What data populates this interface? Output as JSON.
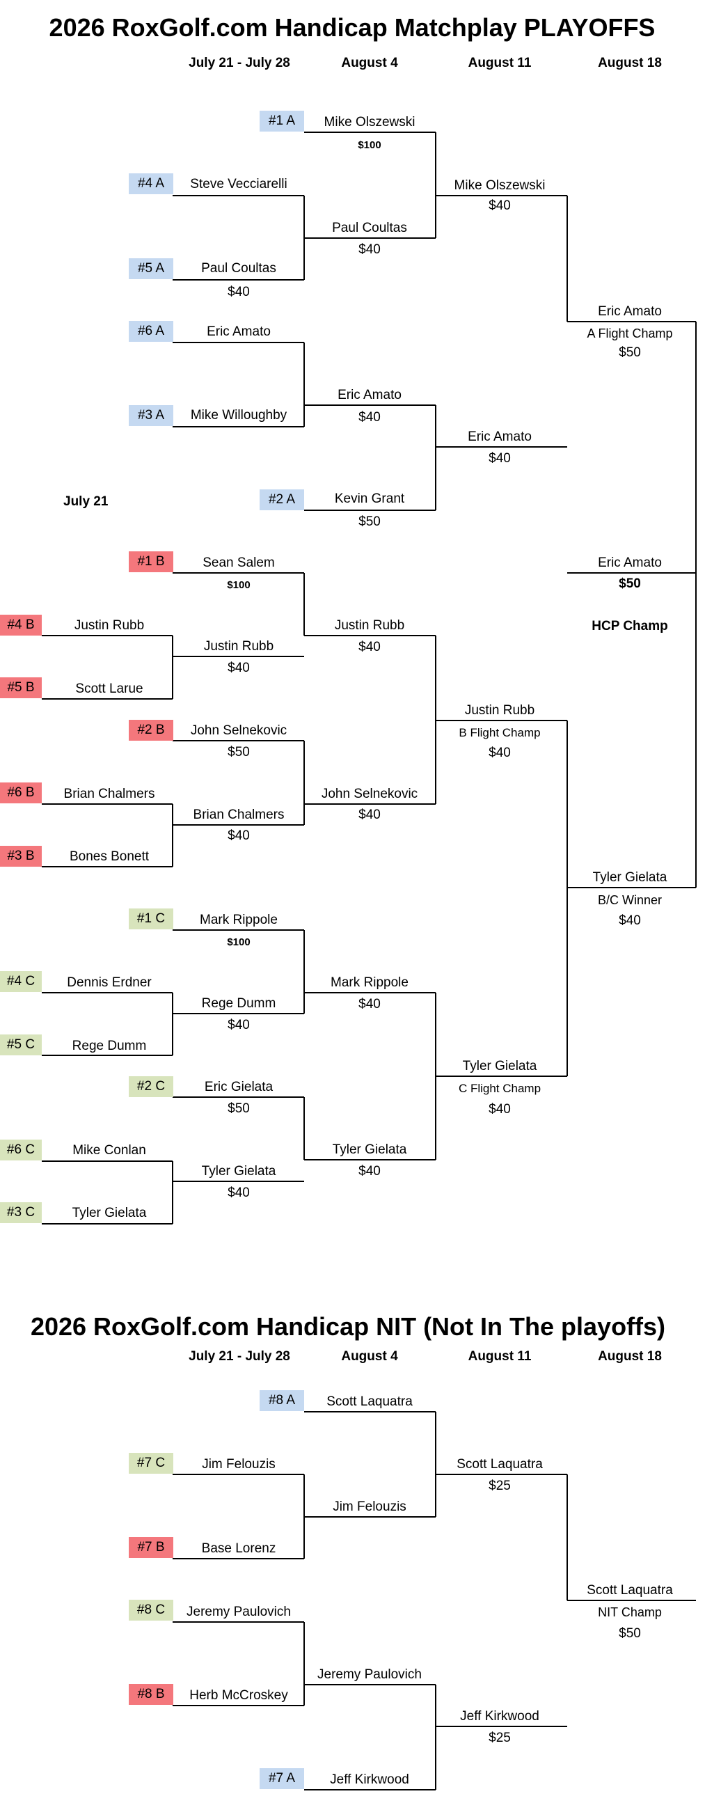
{
  "playoffs": {
    "title": "2026 RoxGolf.com Handicap Matchplay PLAYOFFS",
    "dates": [
      "July 21 - July 28",
      "August 4",
      "August 11",
      "August 18"
    ],
    "side_date": "July 21",
    "seeds": [
      "#1 A",
      "#4 A",
      "#5 A",
      "#6 A",
      "#3 A",
      "#2 A",
      "#1 B",
      "#4 B",
      "#5 B",
      "#2 B",
      "#6 B",
      "#3 B",
      "#1 C",
      "#4 C",
      "#5 C",
      "#2 C",
      "#6 C",
      "#3 C"
    ],
    "names": [
      "Mike Olszewski",
      "Steve Vecciarelli",
      "Paul Coultas",
      "Eric Amato",
      "Mike Willoughby",
      "Kevin Grant",
      "Sean Salem",
      "Justin Rubb",
      "Scott Larue",
      "John Selnekovic",
      "Brian Chalmers",
      "Bones Bonett",
      "Mark Rippole",
      "Dennis Erdner",
      "Rege Dumm",
      "Eric Gielata",
      "Mike Conlan",
      "Tyler Gielata",
      "Justin Rubb",
      "Brian Chalmers",
      "Rege Dumm",
      "Tyler Gielata",
      "Paul Coultas",
      "Eric Amato",
      "Justin Rubb",
      "John Selnekovic",
      "Mark Rippole",
      "Tyler Gielata",
      "Mike Olszewski",
      "Eric Amato",
      "Justin Rubb",
      "Tyler Gielata",
      "Eric Amato",
      "Tyler Gielata",
      "Eric Amato"
    ],
    "money": [
      "$100",
      "$40",
      "$40",
      "$40",
      "$40",
      "$50",
      "$100",
      "$40",
      "$40",
      "$50",
      "$40",
      "$40",
      "$100",
      "$40",
      "$40",
      "$50",
      "$40",
      "$40",
      "$40",
      "$40",
      "$40",
      "$40",
      "$50",
      "$40",
      "$50"
    ],
    "notes": [
      "A Flight Champ",
      "B Flight Champ",
      "C Flight Champ",
      "B/C Winner",
      "HCP Champ"
    ]
  },
  "nit": {
    "title": "2026 RoxGolf.com Handicap NIT (Not In The playoffs)",
    "dates": [
      "July 21 - July 28",
      "August 4",
      "August 11",
      "August 18"
    ],
    "seeds": [
      "#8 A",
      "#7 C",
      "#7 B",
      "#8 C",
      "#8 B",
      "#7 A"
    ],
    "names": [
      "Scott Laquatra",
      "Jim Felouzis",
      "Base Lorenz",
      "Jeremy Paulovich",
      "Herb McCroskey",
      "Jeff Kirkwood",
      "Jim Felouzis",
      "Jeremy Paulovich",
      "Scott Laquatra",
      "Jeff Kirkwood",
      "Scott Laquatra"
    ],
    "money": [
      "$25",
      "$25",
      "$50"
    ],
    "notes": [
      "NIT Champ"
    ]
  },
  "colors": {
    "seed_a": "#c5d9f1",
    "seed_b": "#f4777c",
    "seed_c": "#d8e4bc",
    "line": "#000000"
  }
}
